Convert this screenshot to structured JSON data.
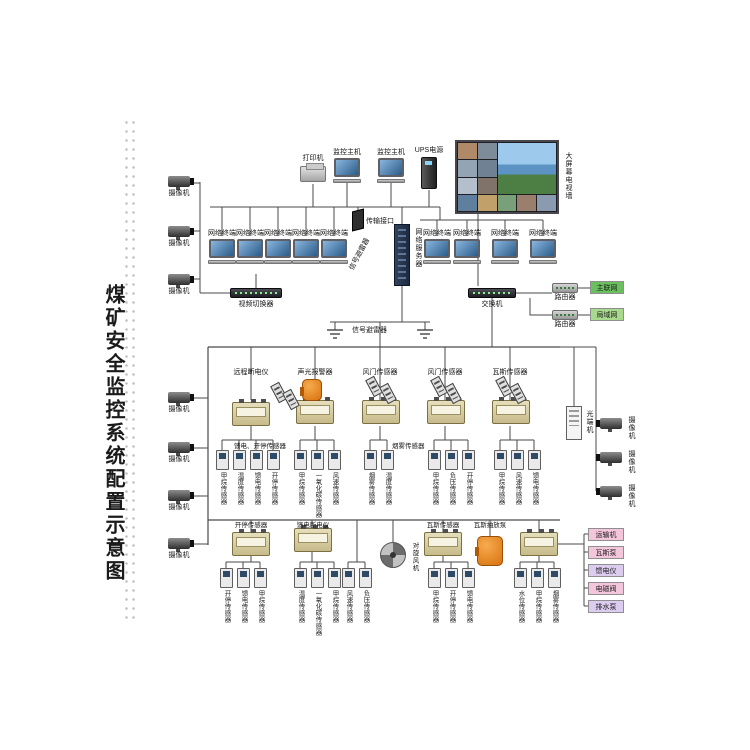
{
  "title": "煤矿安全监控系统配置示意图",
  "colors": {
    "badge_green": "#6abf5e",
    "badge_green_light": "#a8d98c",
    "badge_pink": "#f4c6db",
    "badge_lavender": "#dcccf0",
    "substation_tan": "#d9cfa3",
    "device_orange": "#e78a1f"
  },
  "surface": {
    "printer": "打印机",
    "host1": "监控主机",
    "host2": "监控主机",
    "ups": "UPS电源",
    "video_wall": "大屏幕电视墙",
    "terminal": "网络终端",
    "transmission": "传输接口",
    "server": "网络服务器",
    "arrester": "信号避雷器",
    "video_switcher": "视频切换器",
    "switch": "交换机",
    "router": "路由器",
    "wan": "主联网",
    "lan": "局域网",
    "camera": "摄像机",
    "optical": "光端机"
  },
  "underground": {
    "upper_labels": [
      "远程断电仪",
      "声光报警器",
      "风门传感器",
      "风门传感器",
      "瓦斯传感器"
    ],
    "group_label_1": "馈电、开停传感器",
    "group_label_2": "烟雾传感器",
    "fan": "对旋风机",
    "lower_labels": [
      "开停传感器",
      "馈电断电仪",
      "瓦斯传感器",
      "瓦斯抽放泵"
    ],
    "sensors_row1": [
      "甲烷传感器",
      "温度传感器",
      "馈电传感器",
      "开停传感器",
      "甲烷传感器",
      "一氧化碳传感器",
      "风速传感器",
      "烟雾传感器",
      "温度传感器",
      "甲烷传感器",
      "负压传感器",
      "开停传感器",
      "甲烷传感器",
      "风速传感器",
      "馈电传感器"
    ],
    "sensors_row2": [
      "开停传感器",
      "馈电传感器",
      "甲烷传感器",
      "温度传感器",
      "一氧化碳传感器",
      "甲烷传感器",
      "风速传感器",
      "负压传感器",
      "甲烷传感器",
      "开停传感器",
      "馈电传感器",
      "水位传感器",
      "甲烷传感器",
      "烟雾传感器"
    ]
  },
  "right_badges": [
    "运输机",
    "瓦斯泵",
    "馈电仪",
    "电磁阀",
    "排水泵"
  ]
}
